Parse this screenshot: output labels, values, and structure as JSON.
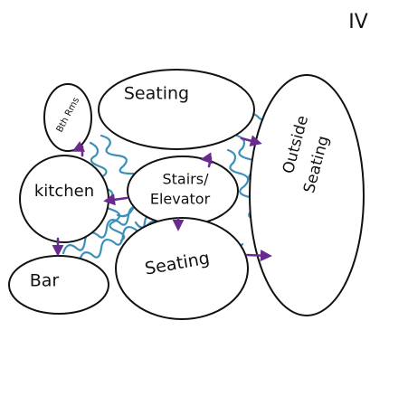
{
  "diagram": {
    "page_number": "IV",
    "colors": {
      "outline": "#111111",
      "circulation": "#3b8fb8",
      "adjacency_arrow": "#6a2b8f"
    },
    "nodes": [
      {
        "id": "bathrooms",
        "label": "Bth Rms"
      },
      {
        "id": "seating-top",
        "label": "Seating"
      },
      {
        "id": "outside-seating",
        "label_lines": [
          "Outside",
          "Seating"
        ]
      },
      {
        "id": "kitchen",
        "label": "kitchen"
      },
      {
        "id": "stairs-elevator",
        "label_lines": [
          "Stairs/",
          "Elevator"
        ]
      },
      {
        "id": "bar",
        "label": "Bar"
      },
      {
        "id": "seating-bottom",
        "label": "Seating"
      }
    ],
    "arrows": [
      {
        "from": "kitchen",
        "to": "bathrooms"
      },
      {
        "from": "stairs-elevator",
        "to": "kitchen"
      },
      {
        "from": "kitchen",
        "to": "bar"
      },
      {
        "from": "stairs-elevator",
        "to": "seating-top"
      },
      {
        "from": "stairs-elevator",
        "to": "seating-bottom"
      },
      {
        "from": "seating-top",
        "to": "outside-seating"
      },
      {
        "from": "seating-bottom",
        "to": "outside-seating"
      }
    ]
  }
}
